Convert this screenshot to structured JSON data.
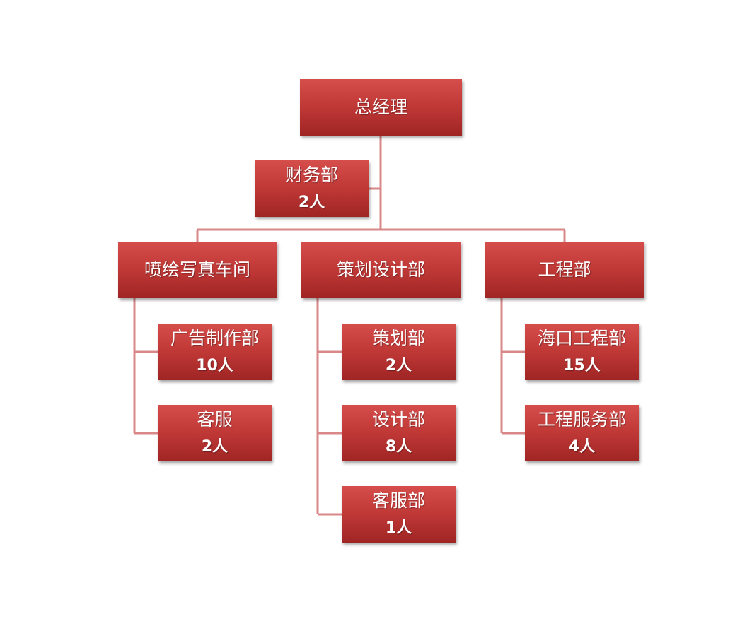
{
  "nodes": {
    "gm": {
      "name": "总经理"
    },
    "finance": {
      "name": "财务部",
      "count": "2人"
    },
    "print": {
      "name": "喷绘写真车间"
    },
    "planning": {
      "name": "策划设计部"
    },
    "engineering": {
      "name": "工程部"
    },
    "ad_production": {
      "name": "广告制作部",
      "count": "10人"
    },
    "print_service": {
      "name": "客服",
      "count": "2人"
    },
    "plan": {
      "name": "策划部",
      "count": "2人"
    },
    "design": {
      "name": "设计部",
      "count": "8人"
    },
    "plan_service": {
      "name": "客服部",
      "count": "1人"
    },
    "haikou": {
      "name": "海口工程部",
      "count": "15人"
    },
    "eng_service": {
      "name": "工程服务部",
      "count": "4人"
    }
  },
  "colors": {
    "box": "#c23a38",
    "connector": "#d9888a"
  }
}
